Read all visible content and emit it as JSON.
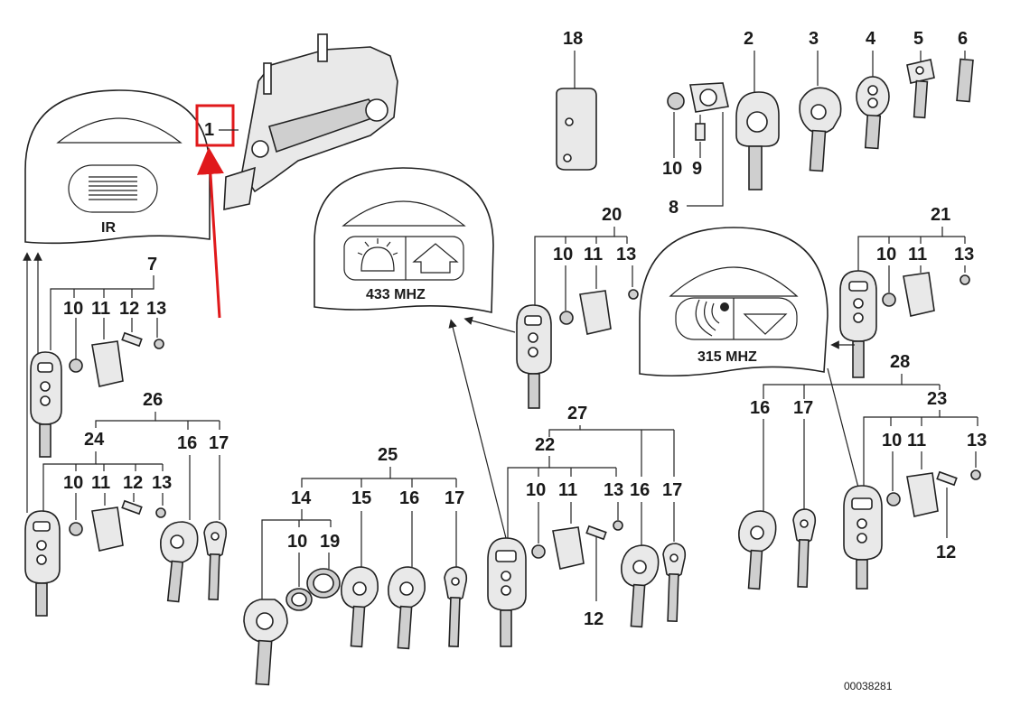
{
  "highlight_color": "#e0191b",
  "diagram_id": "00038281",
  "highlighted_part": "1",
  "badges": {
    "ir": "IR",
    "f433": "433 MHZ",
    "f315": "315 MHZ"
  },
  "callouts": {
    "c1": "1",
    "c2": "2",
    "c3": "3",
    "c4": "4",
    "c5": "5",
    "c6": "6",
    "c18": "18",
    "c8": "8",
    "c9": "9",
    "c10_top": "10",
    "c7": "7",
    "c7_10": "10",
    "c7_11": "11",
    "c7_12": "12",
    "c7_13": "13",
    "c26": "26",
    "c24": "24",
    "c24_10": "10",
    "c24_11": "11",
    "c24_12": "12",
    "c24_13": "13",
    "c26_16": "16",
    "c26_17": "17",
    "c25": "25",
    "c14": "14",
    "c15": "15",
    "c25_16": "16",
    "c25_17": "17",
    "c14_10": "10",
    "c19": "19",
    "c20": "20",
    "c20_10": "10",
    "c20_11": "11",
    "c20_13": "13",
    "c27": "27",
    "c22": "22",
    "c22_10": "10",
    "c22_11": "11",
    "c22_13": "13",
    "c22_12": "12",
    "c27_16": "16",
    "c27_17": "17",
    "c21": "21",
    "c21_10": "10",
    "c21_11": "11",
    "c21_13": "13",
    "c28": "28",
    "c28_16": "16",
    "c28_17": "17",
    "c23": "23",
    "c23_10": "10",
    "c23_11": "11",
    "c23_13": "13",
    "c23_12": "12"
  }
}
